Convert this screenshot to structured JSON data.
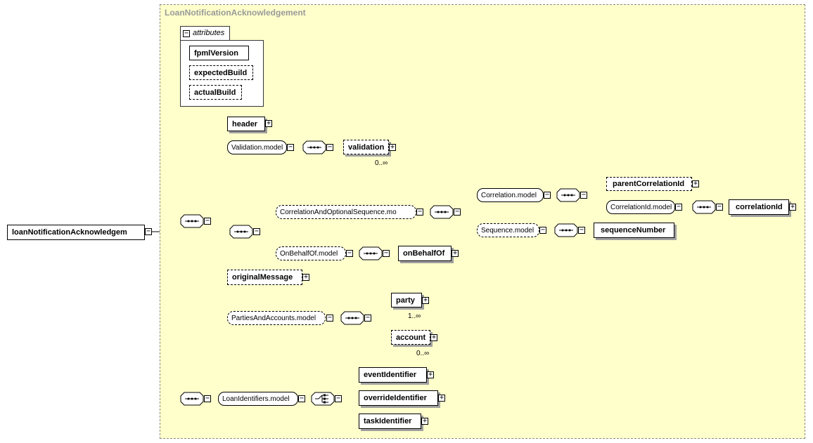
{
  "root": {
    "label": "loanNotificationAcknowledgem"
  },
  "container": {
    "title": "LoanNotificationAcknowledgement"
  },
  "attributes": {
    "tab_label": "attributes",
    "items": [
      "fpmlVersion",
      "expectedBuild",
      "actualBuild"
    ]
  },
  "elements": {
    "header": "header",
    "validation": "validation",
    "validation_card": "0..∞",
    "parentCorrelationId": "parentCorrelationId",
    "correlationId": "correlationId",
    "sequenceNumber": "sequenceNumber",
    "onBehalfOf": "onBehalfOf",
    "originalMessage": "originalMessage",
    "party": "party",
    "party_card": "1..∞",
    "account": "account",
    "account_card": "0..∞",
    "eventIdentifier": "eventIdentifier",
    "overrideIdentifier": "overrideIdentifier",
    "taskIdentifier": "taskIdentifier"
  },
  "models": {
    "validation_model": "Validation.model",
    "corr_opt_seq": "CorrelationAndOptionalSequence.mo",
    "correlation_model": "Correlation.model",
    "correlationid_model": "CorrelationId.model",
    "sequence_model": "Sequence.model",
    "onbehalfof_model": "OnBehalfOf.model",
    "parties_accounts_model": "PartiesAndAccounts.model",
    "loan_identifiers_model": "LoanIdentifiers.model"
  },
  "toggle_glyphs": {
    "collapse": "−",
    "expand": "+"
  },
  "colors": {
    "container_bg": "#ffffcc",
    "shadow": "#a0a0a0",
    "title": "#999999"
  }
}
